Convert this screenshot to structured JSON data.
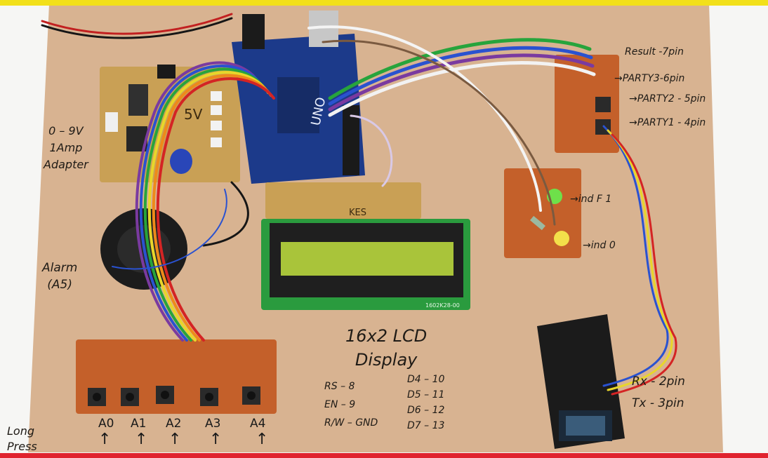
{
  "colors": {
    "board": "#d8b391",
    "top_band": "#f2e01a",
    "bottom_band": "#e0232e",
    "perfboard": "#c4602a",
    "arduino": "#1c3a8a",
    "lcd_screen": "#a9c43a",
    "lcd_pcb": "#2a9b3e",
    "psu_pcb": "#c9a055"
  },
  "labels": {
    "adapter": [
      "0 – 9V",
      "1Amp",
      "Adapter"
    ],
    "alarm": [
      "Alarm",
      "(A5)"
    ],
    "lcd": [
      "16x2 LCD",
      "Display"
    ],
    "result": "Result -7pin",
    "party3": "→PARTY3-6pin",
    "party2": "→PARTY2 - 5pin",
    "party1": "→PARTY1 - 4pin",
    "ind1": "→ind F    1",
    "ind2": "→ind       0",
    "rx": "Rx - 2pin",
    "tx": "Tx - 3pin",
    "long_press": [
      "Long",
      "Press"
    ],
    "arduino_silk": "UNO",
    "kes_silk": "KES",
    "psu_silk": "5V",
    "lcd_silk": "1602K28-00"
  },
  "pin_map": {
    "left": [
      "RS – 8",
      "EN – 9",
      "R/W – GND"
    ],
    "right": [
      "D4 – 10",
      "D5 – 11",
      "D6 – 12",
      "D7 – 13"
    ]
  },
  "buttons": [
    "A0",
    "A1",
    "A2",
    "A3",
    "A4"
  ],
  "icons": {
    "arrow": "up-arrow-icon"
  }
}
